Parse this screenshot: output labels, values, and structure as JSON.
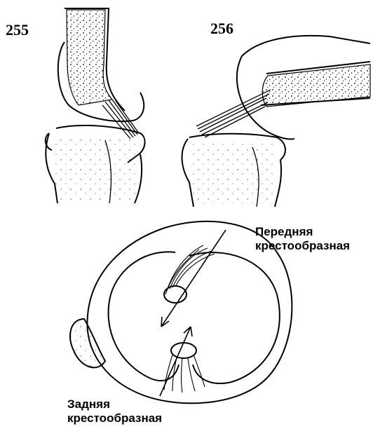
{
  "figures": [
    {
      "number": "255"
    },
    {
      "number": "256"
    }
  ],
  "labels": {
    "anterior": {
      "line1": "Передняя",
      "line2": "крестообразная"
    },
    "posterior": {
      "line1": "Задняя",
      "line2": "крестообразная"
    }
  },
  "colors": {
    "ink": "#000000",
    "paper": "#ffffff"
  }
}
